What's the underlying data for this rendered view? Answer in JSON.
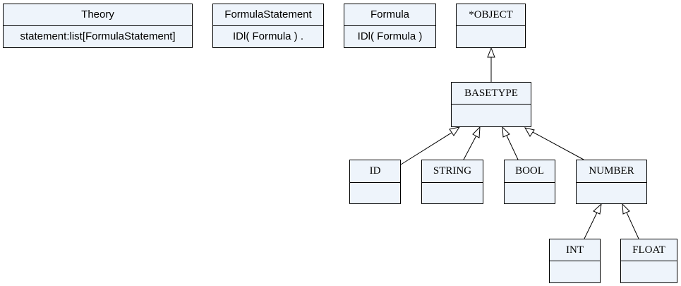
{
  "classes": {
    "theory": {
      "name": "Theory",
      "attr": "statement:list[FormulaStatement]"
    },
    "formula_statement": {
      "name": "FormulaStatement",
      "attr": "IDl( Formula ) ."
    },
    "formula": {
      "name": "Formula",
      "attr": "IDl( Formula )"
    },
    "object": {
      "name": "*OBJECT",
      "attr": ""
    },
    "basetype": {
      "name": "BASETYPE",
      "attr": ""
    },
    "id": {
      "name": "ID",
      "attr": ""
    },
    "string": {
      "name": "STRING",
      "attr": ""
    },
    "bool": {
      "name": "BOOL",
      "attr": ""
    },
    "number": {
      "name": "NUMBER",
      "attr": ""
    },
    "int": {
      "name": "INT",
      "attr": ""
    },
    "float": {
      "name": "FLOAT",
      "attr": ""
    }
  },
  "colors": {
    "box_fill": "#eef4fb",
    "line": "#000000"
  },
  "inheritance": [
    [
      "basetype",
      "object"
    ],
    [
      "id",
      "basetype"
    ],
    [
      "string",
      "basetype"
    ],
    [
      "bool",
      "basetype"
    ],
    [
      "number",
      "basetype"
    ],
    [
      "int",
      "number"
    ],
    [
      "float",
      "number"
    ]
  ]
}
